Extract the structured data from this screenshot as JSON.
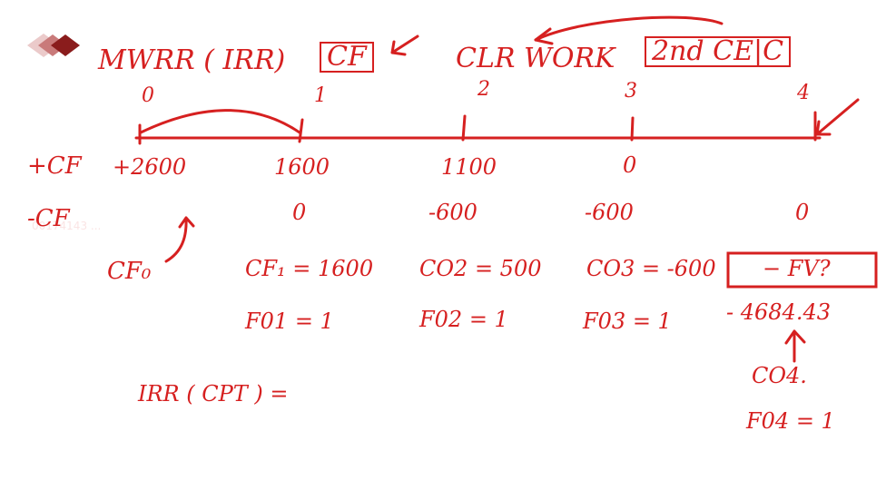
{
  "colors": {
    "ink": "#d62020",
    "logo_dark": "#8a1c1c",
    "logo_mid": "#c97a7a",
    "logo_light": "#ebcaca"
  },
  "header": {
    "mwrr": "MWRR ( IRR)",
    "cf_key": "CF",
    "clr_work": "CLR WORK",
    "second_clr": "2nd CE|C"
  },
  "timeline": {
    "periods": [
      "0",
      "1",
      "2",
      "3",
      "4"
    ]
  },
  "rows": {
    "pos_label": "+CF",
    "pos_values": [
      "+2600",
      "1600",
      "1100",
      "0"
    ],
    "neg_label": "-CF",
    "neg_values": [
      "0",
      "-600",
      "-600",
      "0"
    ]
  },
  "watermark": "00174143 ...",
  "notes": {
    "cf0": "CF₀",
    "cf1": "CF₁ = 1600",
    "co2": "CO2 = 500",
    "co3": "CO3 = -600",
    "fv": "− FV?",
    "fv_value": "- 4684.43",
    "f01": "F01 = 1",
    "f02": "F02 = 1",
    "f03": "F03 = 1",
    "co4": "CO4.",
    "f04": "F04 = 1",
    "irr": "IRR ( CPT ) ="
  }
}
